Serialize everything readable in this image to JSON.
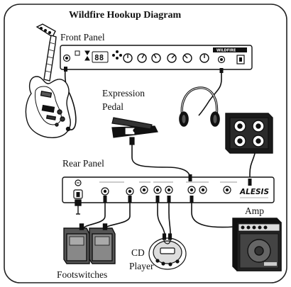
{
  "diagram": {
    "title": "Wildfire Hookup Diagram",
    "labels": {
      "front_panel": "Front Panel",
      "expression_pedal_line1": "Expression",
      "expression_pedal_line2": "Pedal",
      "rear_panel": "Rear Panel",
      "amp": "Amp",
      "footswitches": "Footswitches",
      "cd_player_line1": "CD",
      "cd_player_line2": "Player"
    },
    "brand_mark": "ALESIS",
    "front_panel_display": "88",
    "front_panel_logo": "WILDFIRE"
  },
  "colors": {
    "line": "#111111",
    "panel_fill": "#ffffff",
    "dark": "#1a1a1a",
    "grey": "#9a9a9a",
    "frame": "#222222"
  }
}
